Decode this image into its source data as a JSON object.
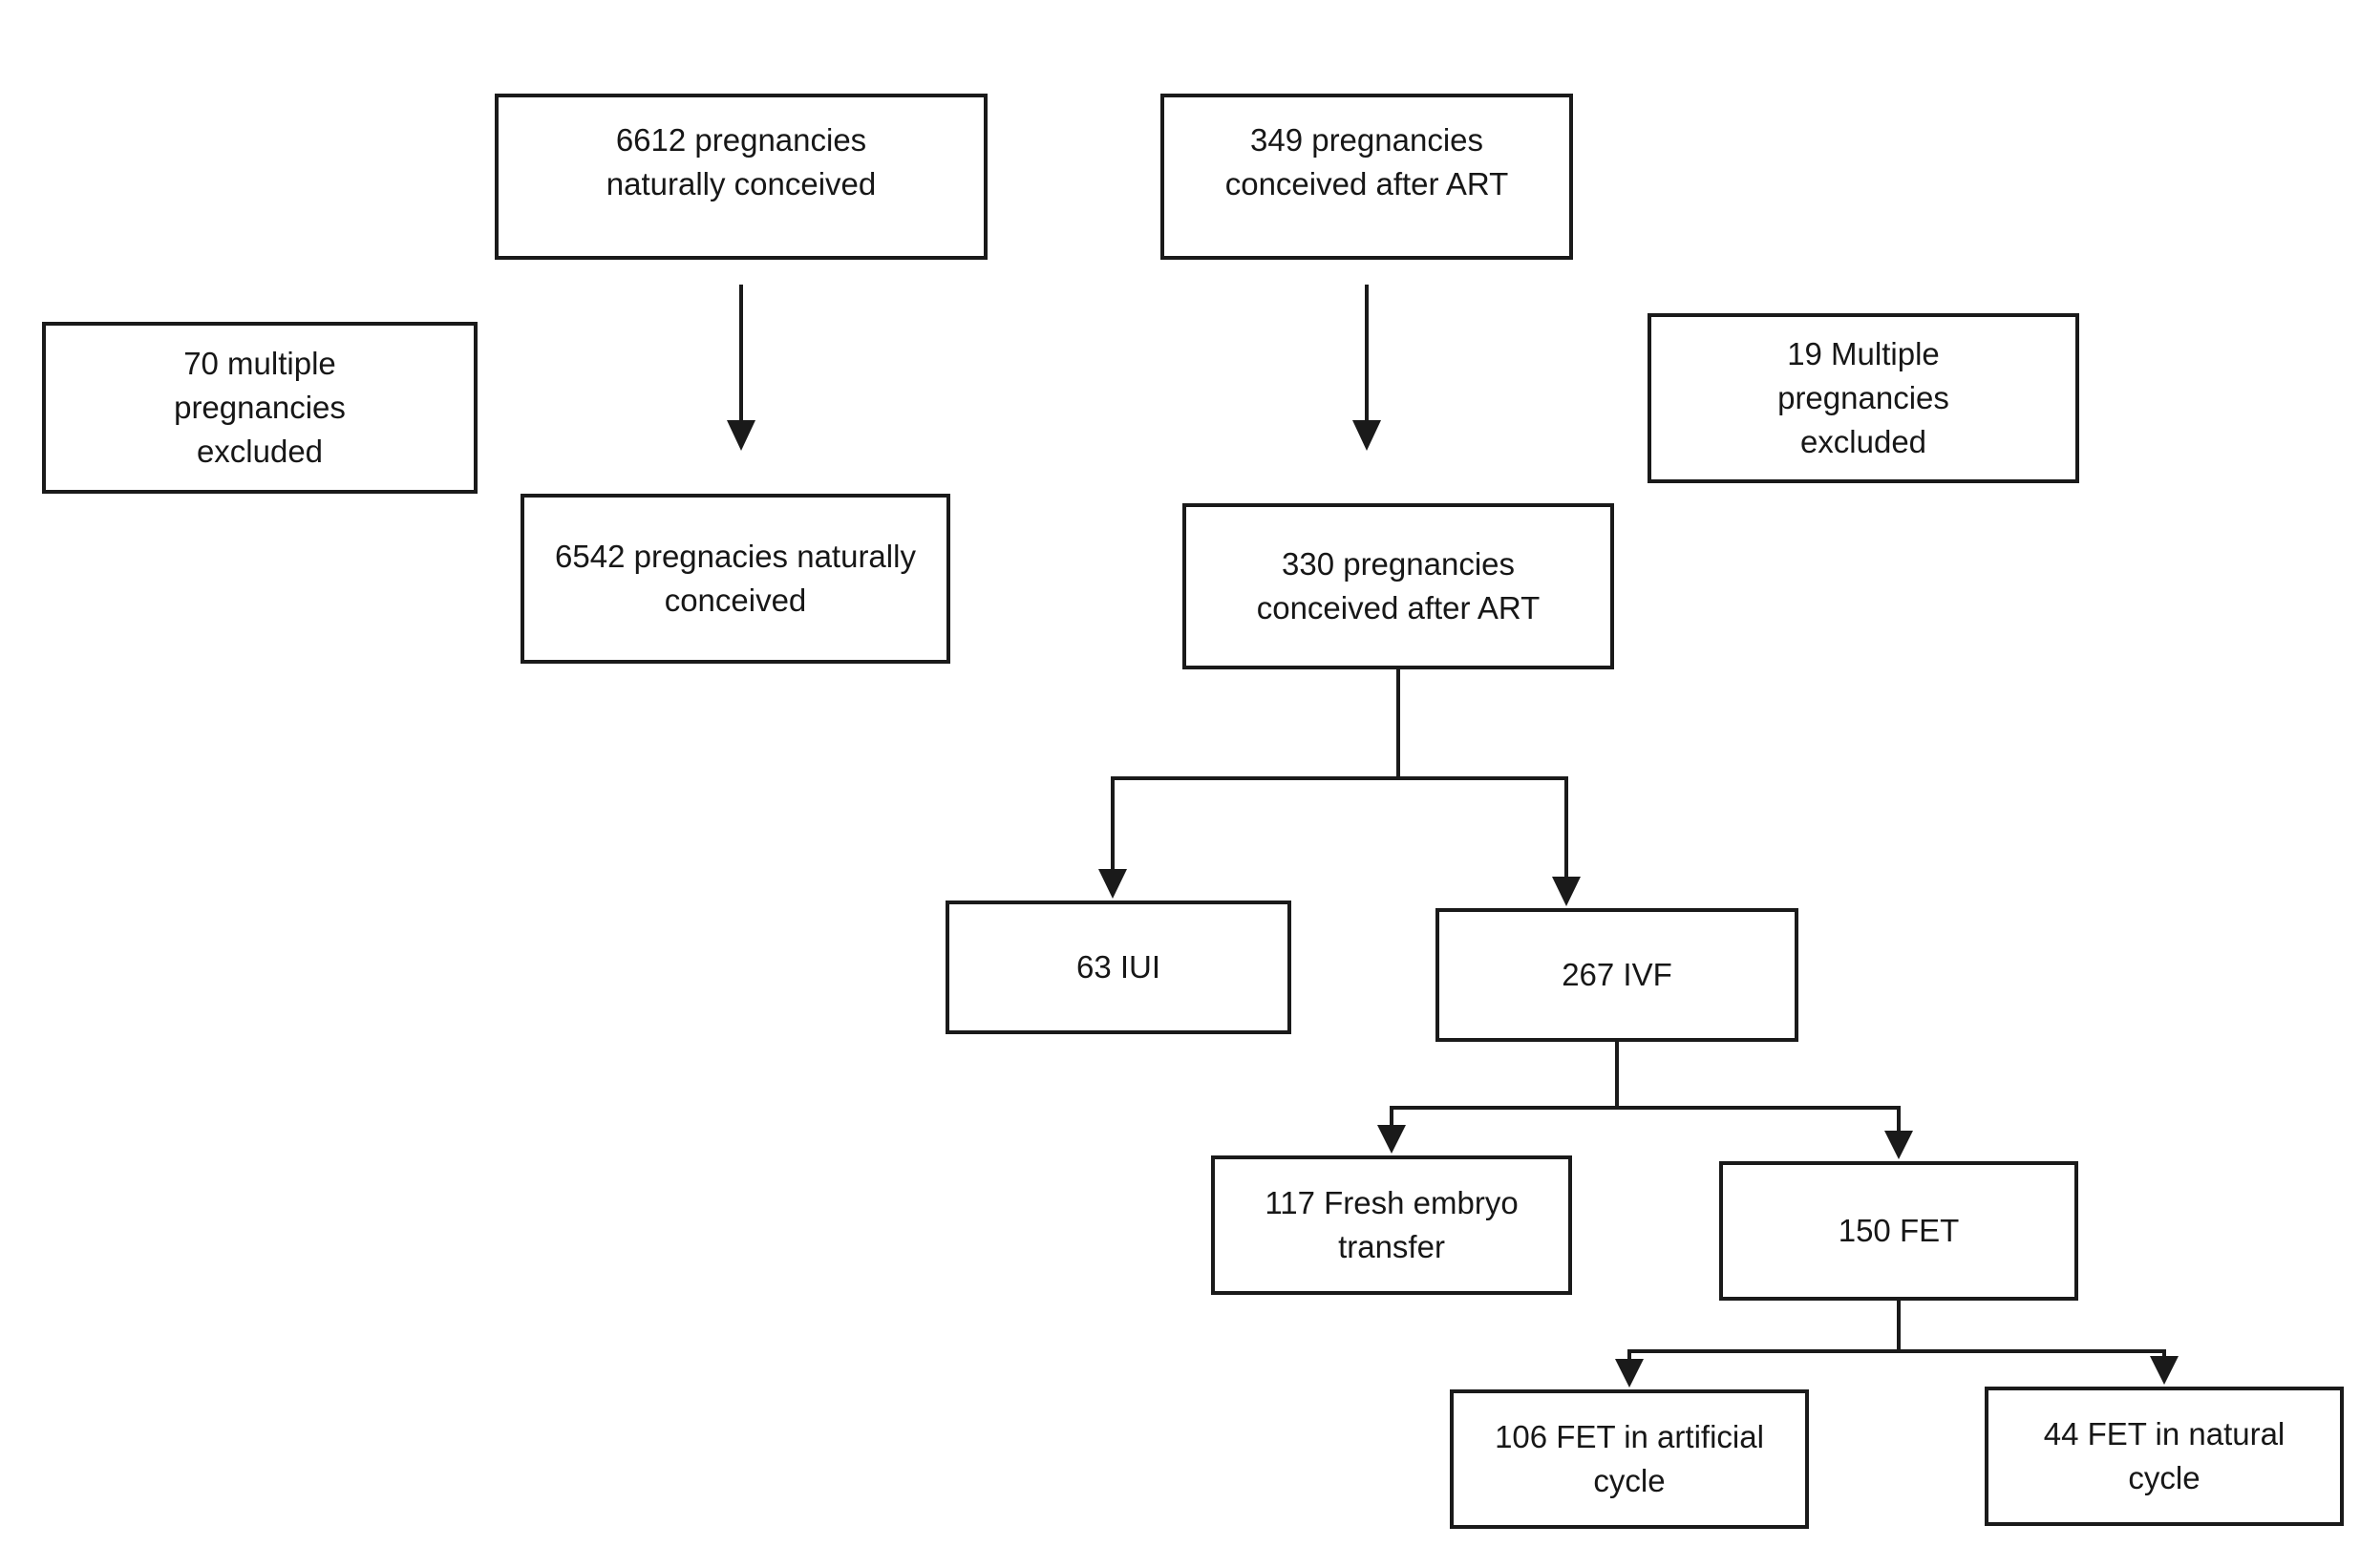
{
  "figure": {
    "type": "flow-diagram",
    "background_color": "#ffffff",
    "line_color": "#1a1a1a",
    "boxes": {
      "natural_initial": {
        "label": "6612 pregnancies\nnaturally conceived"
      },
      "art_initial": {
        "label": "349 pregnancies\nconceived after ART"
      },
      "natural_excluded": {
        "label": "70 multiple\npregnancies\nexcluded"
      },
      "art_excluded": {
        "label": "19 Multiple\npregnancies\nexcluded"
      },
      "natural_final": {
        "label": "6542 pregnacies naturally\nconceived"
      },
      "art_final": {
        "label": "330 pregnancies\nconceived after ART"
      },
      "iui": {
        "label": "63 IUI"
      },
      "ivf": {
        "label": "267 IVF"
      },
      "fresh_transfer": {
        "label": "117 Fresh embryo\ntransfer"
      },
      "fet": {
        "label": "150 FET"
      },
      "fet_artificial": {
        "label": "106 FET in artificial\ncycle"
      },
      "fet_natural": {
        "label": "44 FET in natural\ncycle"
      }
    }
  }
}
